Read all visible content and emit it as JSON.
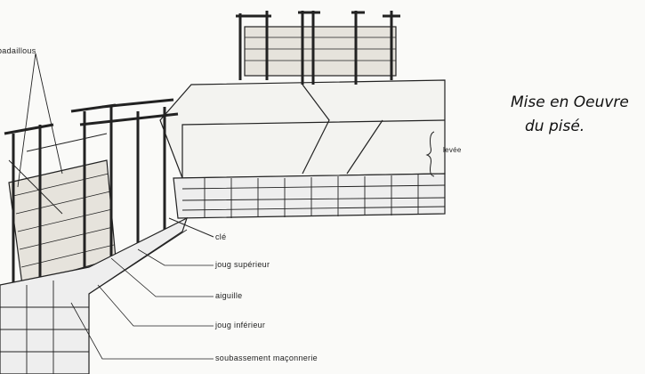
{
  "title": {
    "line1": "Mise en Oeuvre",
    "line2": "du pisé."
  },
  "labels": {
    "badaillous": "badaillous",
    "levee": "levée",
    "cle": "clé",
    "joug_superieur": "joug supérieur",
    "aiguille": "aiguille",
    "joug_inferieur": "joug inférieur",
    "soubassement": "soubassement maçonnerie"
  }
}
